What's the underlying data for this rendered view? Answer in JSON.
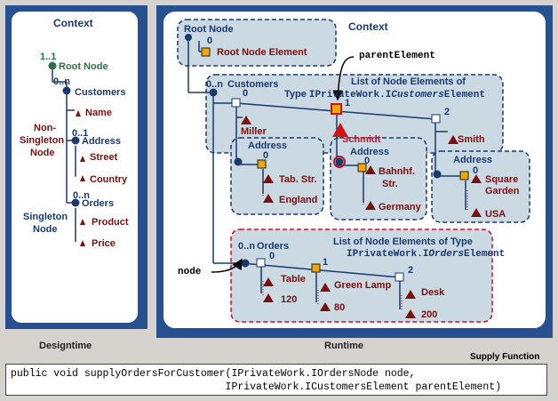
{
  "designtime": {
    "context_title": "Context",
    "cardinality_root": "1..1",
    "root_node": "Root Node",
    "customers_card": "0..n",
    "customers": "Customers",
    "name": "Name",
    "address_card": "0..1",
    "address": "Address",
    "street": "Street",
    "country": "Country",
    "nonsingleton": [
      "Non-",
      "Singleton",
      "Node"
    ],
    "orders_card": "0..n",
    "orders": "Orders",
    "product": "Product",
    "price": "Price",
    "singleton": [
      "Singleton",
      "Node"
    ],
    "caption": "Designtime"
  },
  "runtime": {
    "context_title": "Context",
    "root_node": "Root Node",
    "root_index": "0",
    "root_element": "Root Node Element",
    "customers_card": "0..n",
    "customers": "Customers",
    "cust_list_line1": "List of Node Elements of",
    "cust_list_line2_a": "Type ",
    "cust_list_line2_b": "IPrivateWork.I",
    "cust_list_line2_c": "Customers",
    "cust_list_line2_d": "Element",
    "cust_idx": [
      "0",
      "1",
      "2"
    ],
    "miller": "Miller",
    "schmidt": "Schmidt",
    "smith": "Smith",
    "address": "Address",
    "addr_idx": "0",
    "addr1_street": "Tab. Str.",
    "addr1_country": "England",
    "addr2_street": [
      "Bahnhf.",
      "Str."
    ],
    "addr2_country": "Germany",
    "addr3_street": [
      "Square",
      "Garden"
    ],
    "addr3_country": "USA",
    "orders_card": "0..n",
    "orders": "Orders",
    "orders_list_line1": "List of Node Elements of Type",
    "orders_list_line2_a": "IPrivateWork.I",
    "orders_list_line2_b": "Orders",
    "orders_list_line2_c": "Element",
    "ord_idx": [
      "0",
      "1",
      "2"
    ],
    "table": "Table",
    "table_price": "120",
    "green_lamp": "Green Lamp",
    "lamp_price": "80",
    "desk": "Desk",
    "desk_price": "200",
    "caption": "Runtime"
  },
  "pointers": {
    "parent_element": "parentElement",
    "node": "node"
  },
  "supply_function_label": "Supply Function",
  "code": {
    "line1": "public void supplyOrdersForCustomer(IPrivateWork.IOrdersNode node,",
    "line2": "                                   IPrivateWork.ICustomersElement parentElement)"
  }
}
